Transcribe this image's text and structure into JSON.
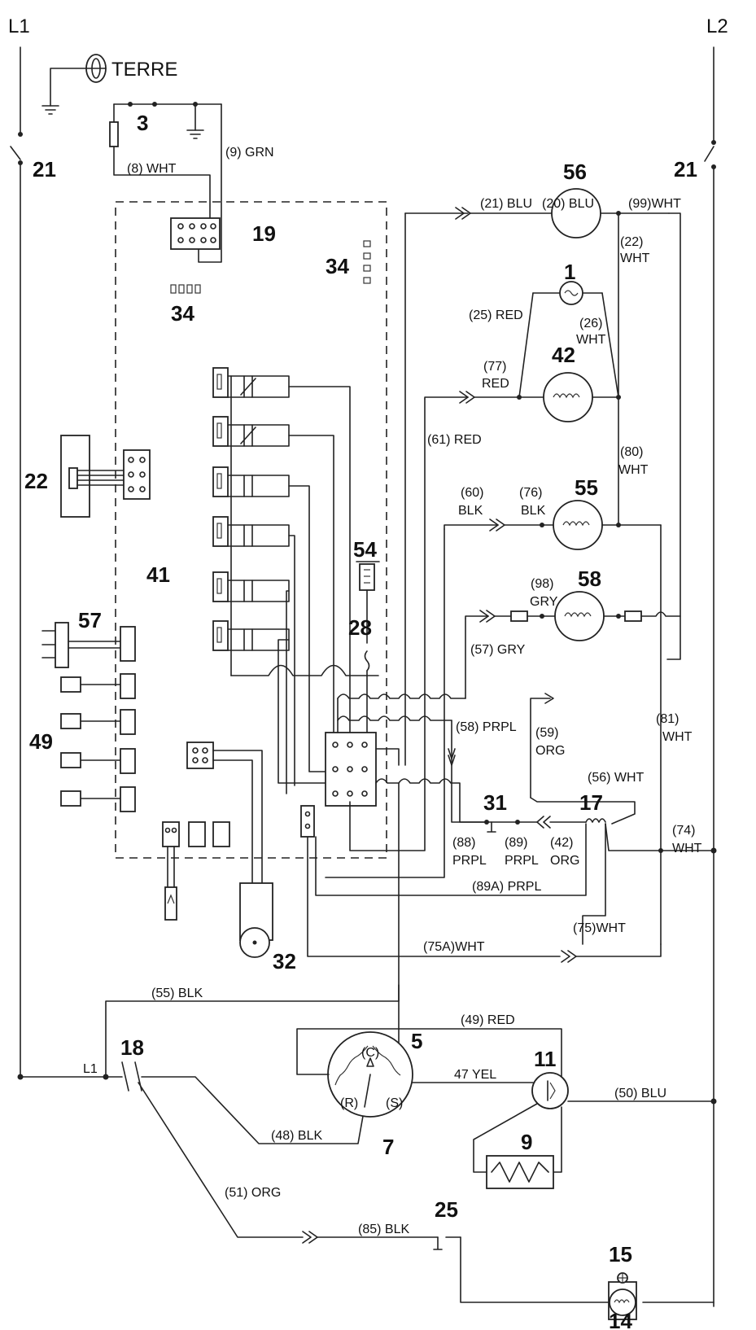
{
  "lines": {
    "l1": "L1",
    "l2": "L2",
    "l1_node": "L1"
  },
  "ground": {
    "label": "TERRE"
  },
  "components": {
    "c1": "1",
    "c3": "3",
    "c5": "5",
    "c7": "7",
    "c9": "9",
    "c11": "11",
    "c14": "14",
    "c15": "15",
    "c17": "17",
    "c18": "18",
    "c19": "19",
    "c21_left": "21",
    "c21_right": "21",
    "c22": "22",
    "c25": "25",
    "c28": "28",
    "c31": "31",
    "c32": "32",
    "c34_top": "34",
    "c34_left": "34",
    "c41": "41",
    "c42": "42",
    "c49": "49",
    "c54": "54",
    "c55": "55",
    "c56": "56",
    "c57": "57",
    "c58": "58"
  },
  "compressor": {
    "c": "(C)",
    "r": "(R)",
    "s": "(S)"
  },
  "wires": {
    "w8": "(8) WHT",
    "w9": "(9) GRN",
    "w21": "(21) BLU",
    "w20": "(20) BLU",
    "w99": "(99)WHT",
    "w22a": "(22)",
    "w22b": "WHT",
    "w25": "(25) RED",
    "w26a": "(26)",
    "w26b": "WHT",
    "w77a": "(77)",
    "w77b": "RED",
    "w61": "(61) RED",
    "w80a": "(80)",
    "w80b": "WHT",
    "w60a": "(60)",
    "w60b": "BLK",
    "w76a": "(76)",
    "w76b": "BLK",
    "w98a": "(98)",
    "w98b": "GRY",
    "w57": "(57) GRY",
    "w81a": "(81)",
    "w81b": "WHT",
    "w58": "(58) PRPL",
    "w59a": "(59)",
    "w59b": "ORG",
    "w56": "(56) WHT",
    "w74a": "(74)",
    "w74b": "WHT",
    "w88a": "(88)",
    "w88b": "PRPL",
    "w89a": "(89)",
    "w89b": "PRPL",
    "w42a": "(42)",
    "w42b": "ORG",
    "w89A": "(89A) PRPL",
    "w75": "(75)WHT",
    "w75A": "(75A)WHT",
    "w55": "(55) BLK",
    "w49": "(49) RED",
    "w47": "47 YEL",
    "w50": "(50) BLU",
    "w48": "(48) BLK",
    "w51": "(51) ORG",
    "w85": "(85) BLK"
  }
}
